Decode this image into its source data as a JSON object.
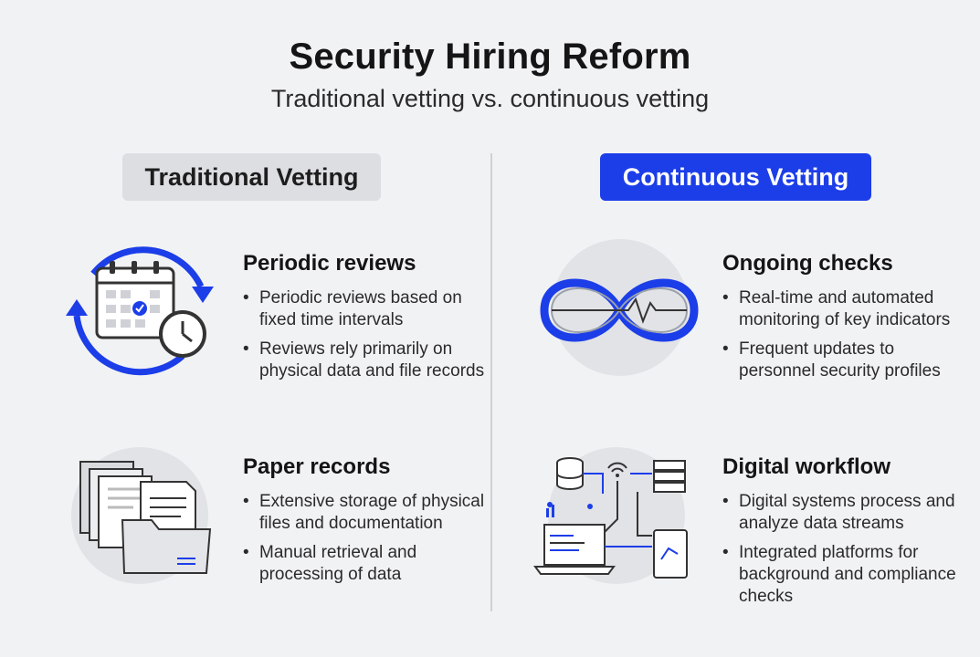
{
  "header": {
    "title": "Security Hiring Reform",
    "subtitle": "Traditional vetting vs. continuous vetting"
  },
  "columns": {
    "traditional": {
      "label": "Traditional Vetting",
      "sections": [
        {
          "icon": "calendar-clock-icon",
          "heading": "Periodic reviews",
          "bullets": [
            "Periodic reviews based on fixed time intervals",
            "Reviews rely primarily on physical data and file records"
          ]
        },
        {
          "icon": "paper-files-icon",
          "heading": "Paper records",
          "bullets": [
            "Extensive storage of physical files and documentation",
            "Manual retrieval and processing of data"
          ]
        }
      ]
    },
    "continuous": {
      "label": "Continuous Vetting",
      "sections": [
        {
          "icon": "infinity-pulse-icon",
          "heading": "Ongoing checks",
          "bullets": [
            "Real-time and automated monitoring of key indicators",
            "Frequent updates to personnel security profiles"
          ]
        },
        {
          "icon": "digital-network-icon",
          "heading": "Digital workflow",
          "bullets": [
            "Digital systems process and analyze data streams",
            "Integrated platforms for background and compliance checks"
          ]
        }
      ]
    }
  },
  "colors": {
    "accent": "#1c3ee8",
    "background": "#f1f2f4",
    "pill_gray": "#dcdee2"
  }
}
